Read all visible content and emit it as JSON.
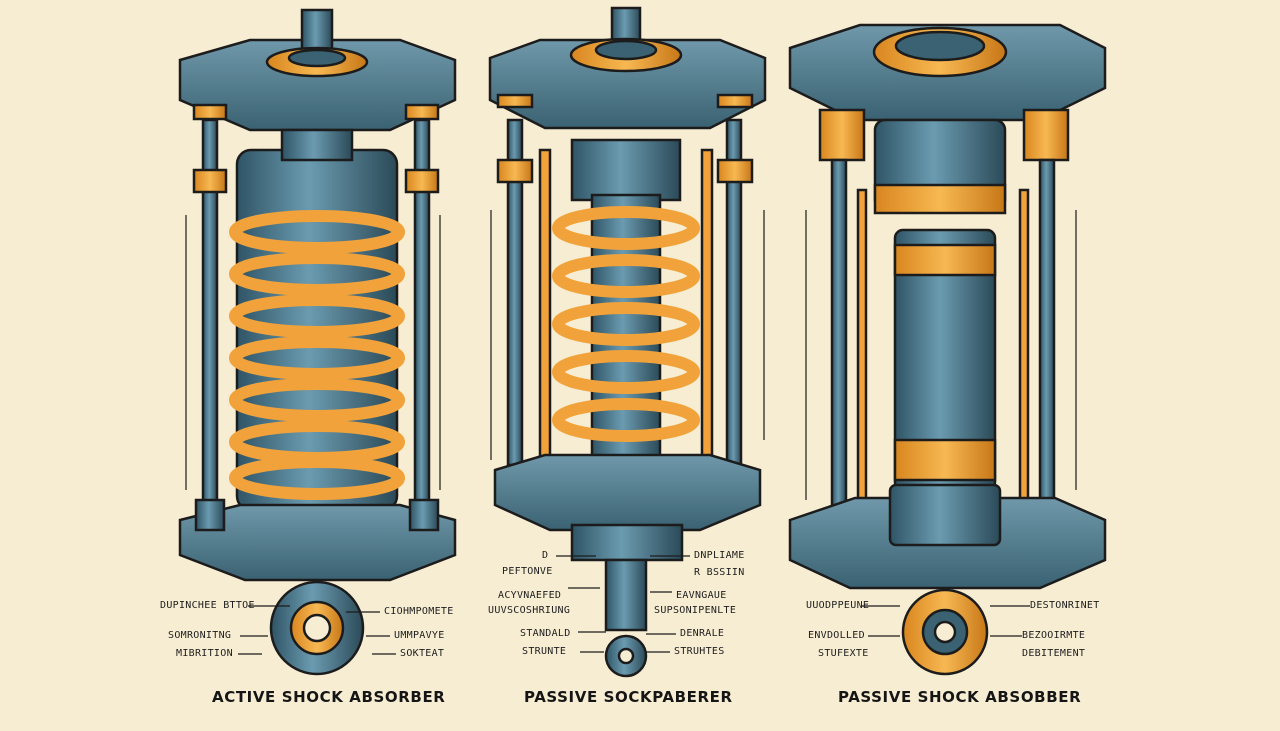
{
  "colors": {
    "background": "#f7edd3",
    "steel": "#4f7f95",
    "steel_dark": "#2e4f5e",
    "outline": "#1c1c1c",
    "spring_orange": "#f2a23a"
  },
  "absorbers": [
    {
      "title": "ACTIVE SHOCK ABSORBER",
      "labels": {
        "left_1": "DUPINCHEE BTTOE",
        "left_2": "SOMRONITNG",
        "left_3": "MIBRITION",
        "right_1": "CIOHMPOMETE",
        "right_2": "UMMPAVYE",
        "right_3": "SOKTEAT"
      }
    },
    {
      "title": "PASSIVE SOCKPABERER",
      "labels": {
        "left_1": "D",
        "left_2": "PEFTONVE",
        "left_3": "ACYVNAEFED",
        "left_4": "UUVSCOSHRIUNG",
        "left_5": "STANDALD",
        "left_6": "STRUNTE",
        "right_1": "DNPLIAME",
        "right_2": "R BSSIIN",
        "right_3": "EAVNGAUE",
        "right_4": "SUPSONIPENLTE",
        "right_5": "DENRALE",
        "right_6": "STRUHTES"
      }
    },
    {
      "title": "PASSIVE SHOCK ABSOBBER",
      "labels": {
        "left_1": "UUODPPEUNE",
        "left_2": "ENVDOLLED",
        "left_3": "STUFEXTE",
        "right_1": "DESTONRINET",
        "right_2": "BEZOOIRMTE",
        "right_3": "DEBITEMENT"
      }
    }
  ]
}
